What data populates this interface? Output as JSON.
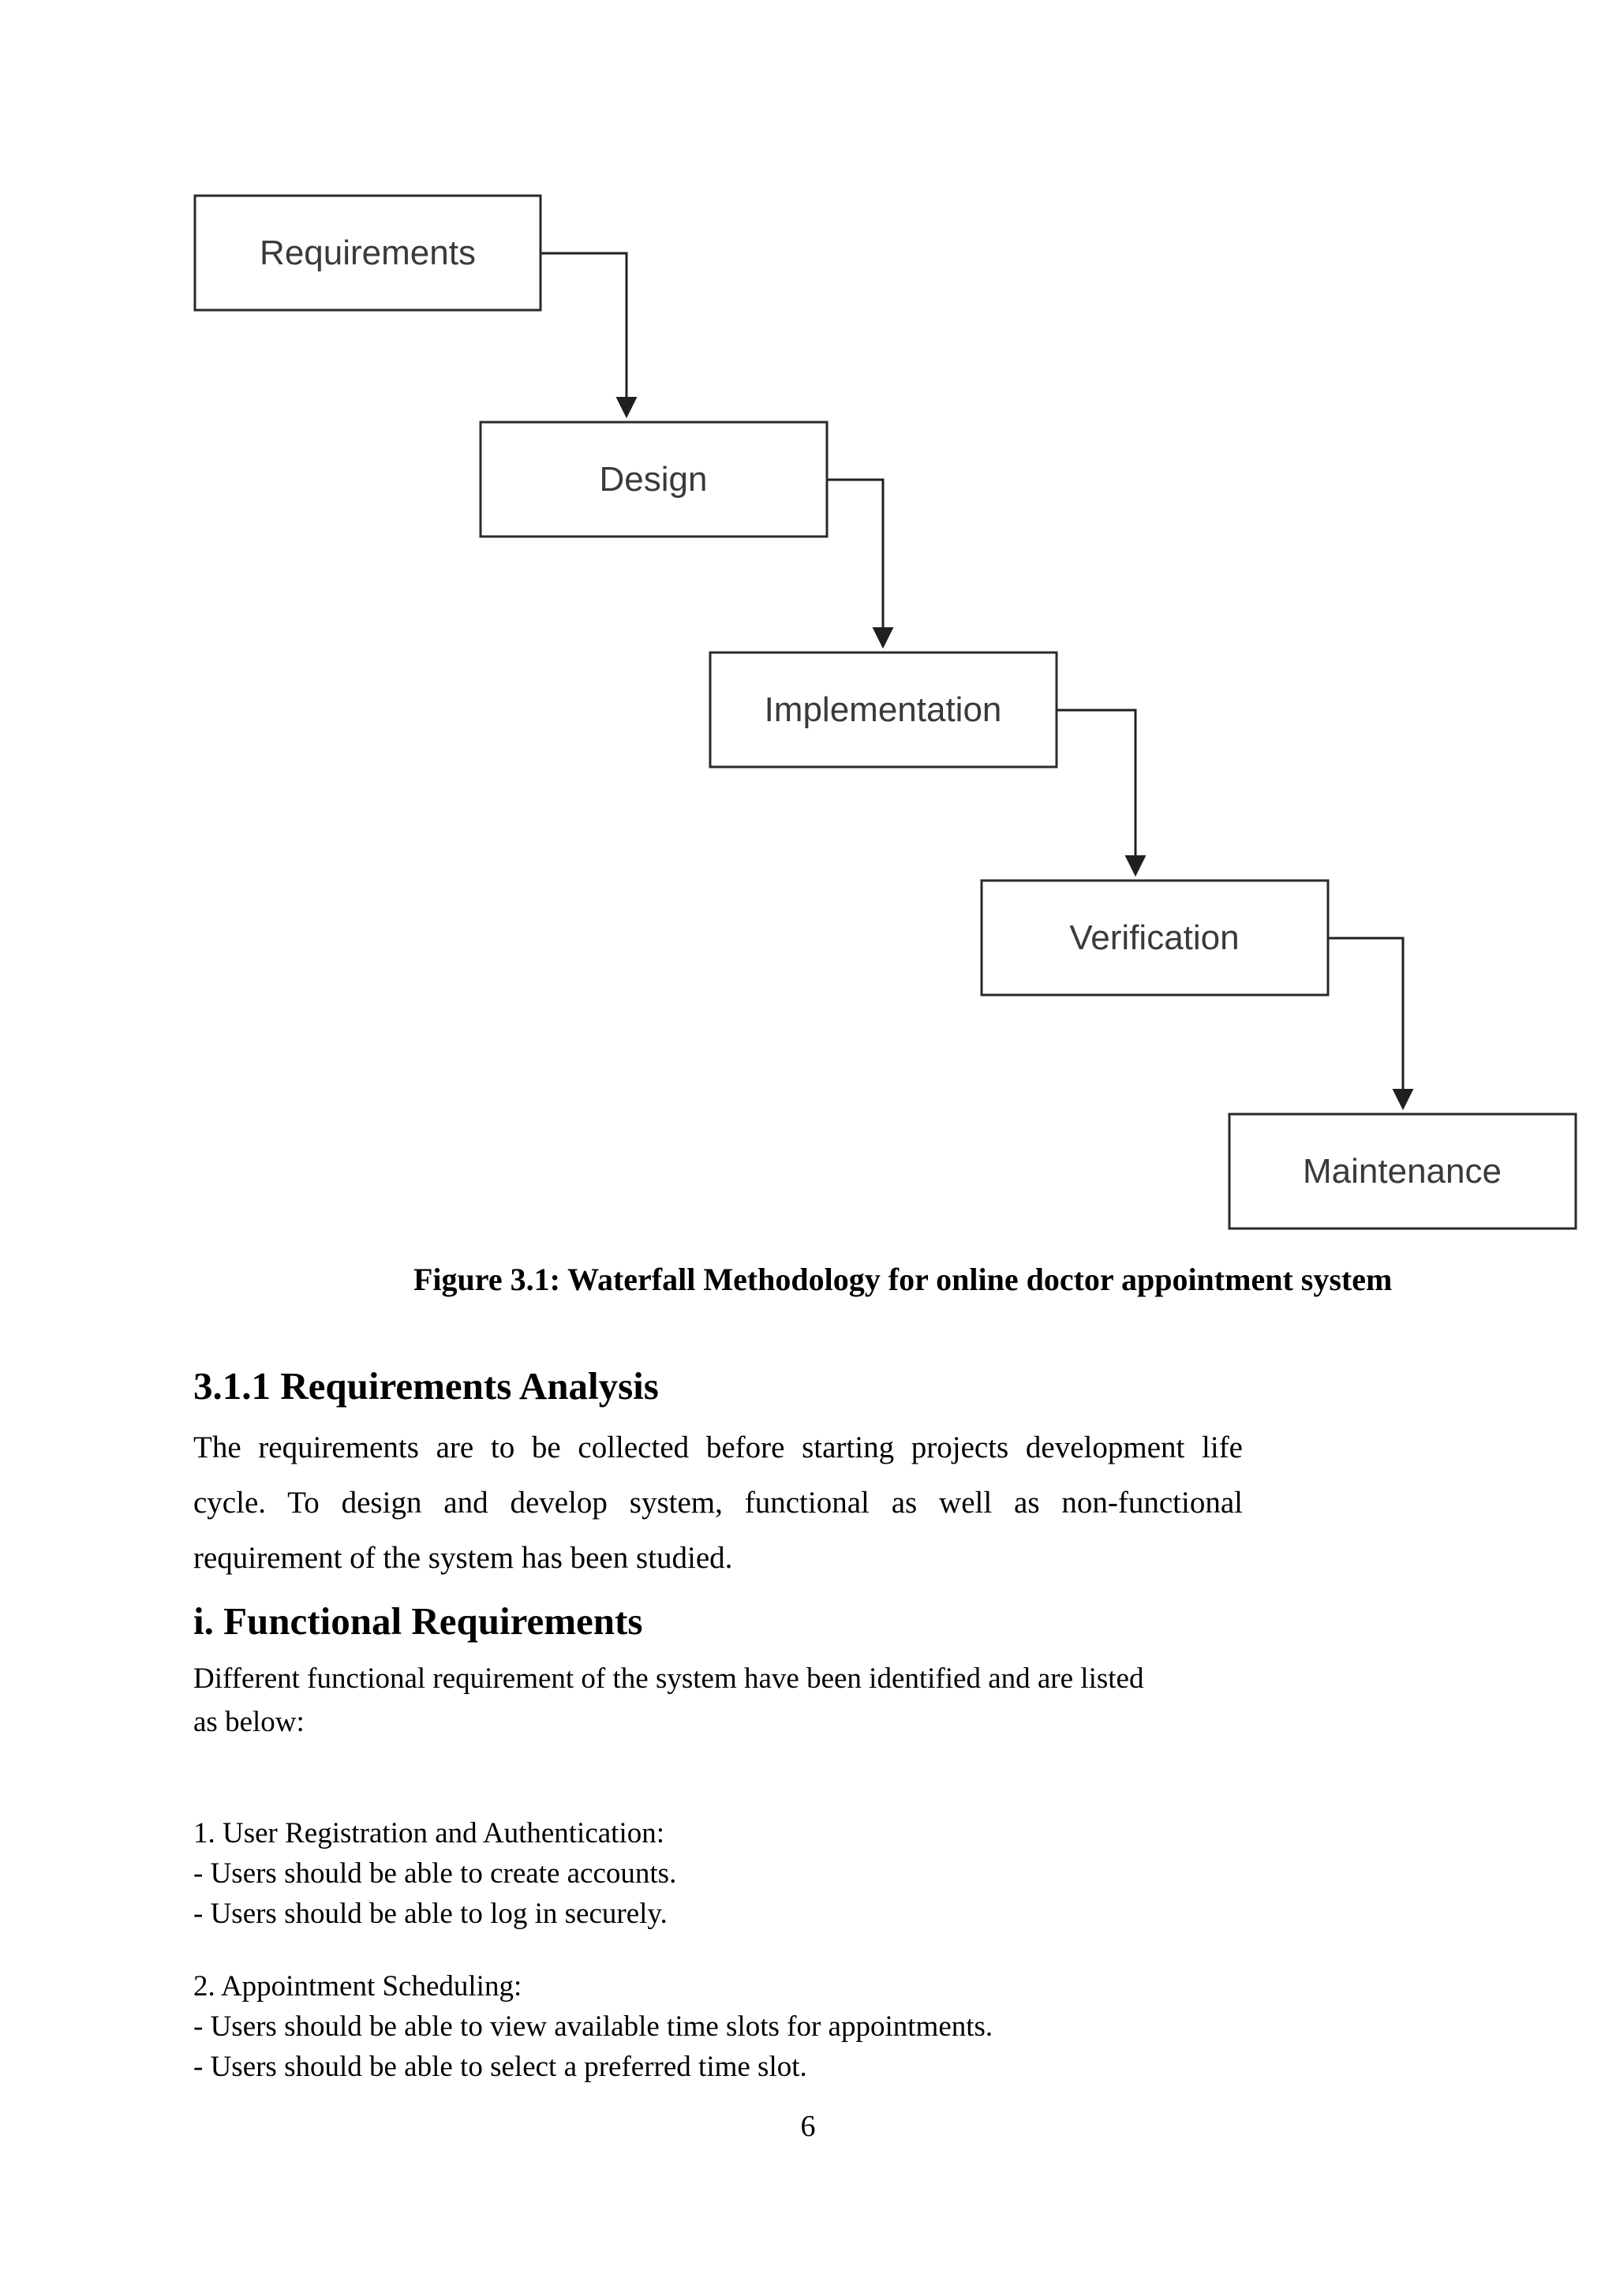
{
  "figure": {
    "caption": "Figure 3.1: Waterfall Methodology for online doctor appointment system",
    "nodes": [
      {
        "label": "Requirements"
      },
      {
        "label": "Design"
      },
      {
        "label": "Implementation"
      },
      {
        "label": "Verification"
      },
      {
        "label": "Maintenance"
      }
    ]
  },
  "sections": {
    "requirements_analysis": {
      "heading": "3.1.1 Requirements Analysis",
      "para_lines": [
        "The requirements are to be collected before starting projects development life",
        "cycle. To design and develop system, functional as well as non-functional",
        "requirement of the system has been studied."
      ]
    },
    "functional_requirements": {
      "heading": "i. Functional Requirements",
      "intro_lines": [
        "Different functional requirement of the system have been identified and are listed",
        "as below:"
      ],
      "items": [
        {
          "title": "1. User Registration and Authentication:",
          "points": [
            "- Users should be able to create accounts.",
            "- Users should be able to log in securely."
          ]
        },
        {
          "title": "2. Appointment Scheduling:",
          "points": [
            "- Users should be able to view available time slots for appointments.",
            "- Users should be able to select a preferred time slot."
          ]
        }
      ]
    }
  },
  "page": {
    "number": "6"
  },
  "colors": {
    "node_border": "#2a2a2a",
    "node_label": "#3a3a3a",
    "text": "#000000",
    "background": "#ffffff"
  }
}
